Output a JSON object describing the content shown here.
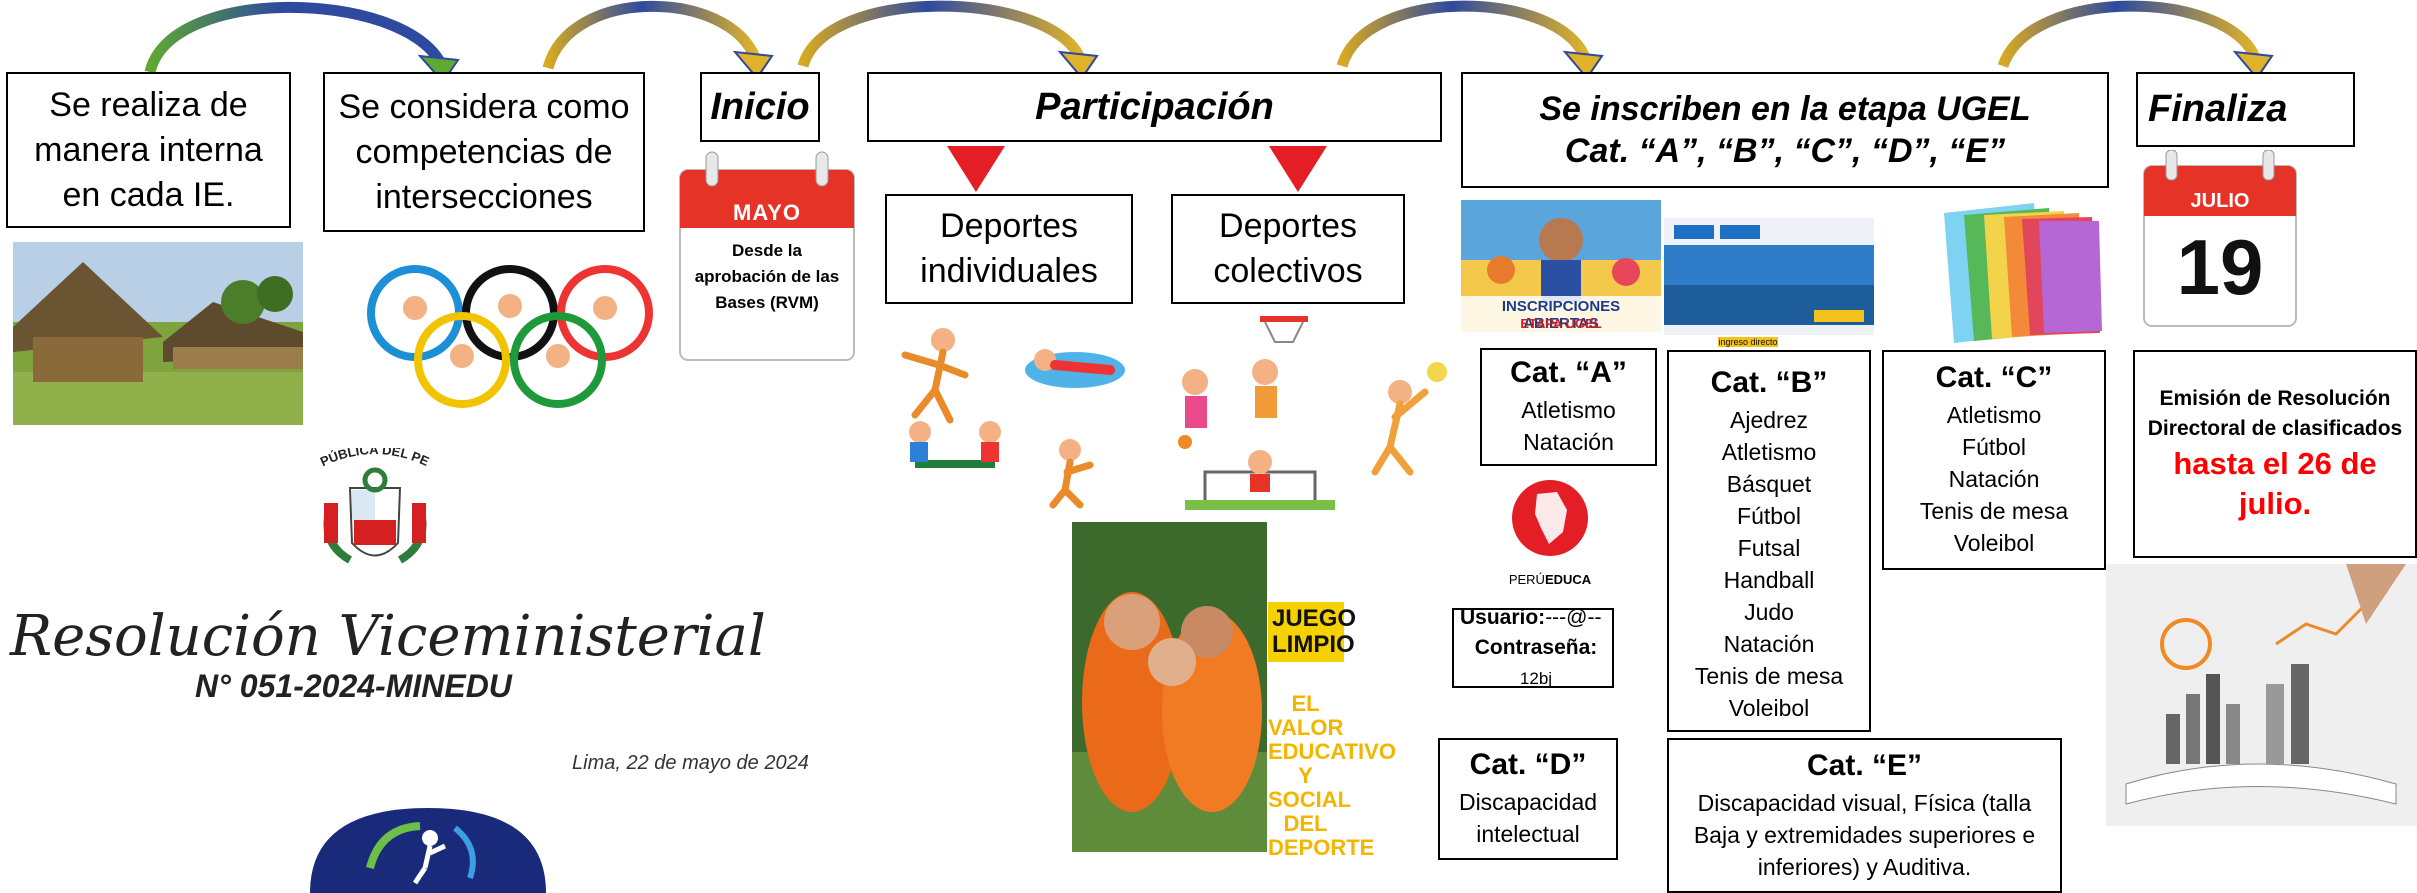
{
  "steps": {
    "interna": "Se realiza de manera interna en cada IE.",
    "intersecciones": "Se considera como competencias de intersecciones",
    "inicio": "Inicio",
    "participacion": "Participación",
    "ugel_line1": "Se inscriben en la etapa UGEL",
    "ugel_line2": "Cat. “A”, “B”, “C”, “D”, “E”",
    "finaliza": "Finaliza"
  },
  "calendar_may": {
    "month": "MAYO",
    "text": "Desde la aprobación de las Bases (RVM)"
  },
  "calendar_july": {
    "month": "JULIO",
    "day": "19"
  },
  "participation": {
    "individual": "Deportes individuales",
    "collective": "Deportes colectivos"
  },
  "categories": {
    "a": {
      "title": "Cat. “A”",
      "items": [
        "Atletismo",
        "Natación"
      ]
    },
    "b": {
      "title": "Cat. “B”",
      "items": [
        "Ajedrez",
        "Atletismo",
        "Básquet",
        "Fútbol",
        "Futsal",
        "Handball",
        "Judo",
        "Natación",
        "Tenis de mesa",
        "Voleibol"
      ]
    },
    "c": {
      "title": "Cat. “C”",
      "items": [
        "Atletismo",
        "Fútbol",
        "Natación",
        "Tenis de mesa",
        "Voleibol"
      ]
    },
    "d": {
      "title": "Cat. “D”",
      "items": [
        "Discapacidad intelectual"
      ]
    },
    "e": {
      "title": "Cat. “E”",
      "items": [
        "Discapacidad visual, Física (talla Baja y extremidades superiores e inferiores) y Auditiva."
      ]
    }
  },
  "login": {
    "user_label": "Usuario:",
    "user_value": "---@--",
    "pass_label": "Contraseña:",
    "pass_value": "12bj"
  },
  "emision": {
    "text": "Emisión de Resolución Directoral de clasificados",
    "deadline": "hasta el 26 de julio."
  },
  "resolution": {
    "seal_text": "REPÚBLICA DEL PERÚ",
    "title": "Resolución Viceministerial",
    "number": "N° 051-2024-MINEDU",
    "date": "Lima, 22 de mayo de 2024"
  },
  "banner": {
    "line1": "INSCRIPCIONES ABIERTAS",
    "line2": "ETAPA UGEL",
    "web_button": "ingreso directo"
  },
  "peru_educa": {
    "name_light": "PERÚ",
    "name_bold": "EDUCA"
  },
  "fairplay": {
    "title": "JUEGO LIMPIO",
    "subtitle": "EL VALOR EDUCATIVO Y SOCIAL DEL DEPORTE"
  },
  "colors": {
    "arrow_blue": "#2e4a9e",
    "arrow_gold": "#e0b22a",
    "arrow_green": "#5fa832",
    "red": "#e31e24",
    "deadline_red": "#ff0000"
  }
}
